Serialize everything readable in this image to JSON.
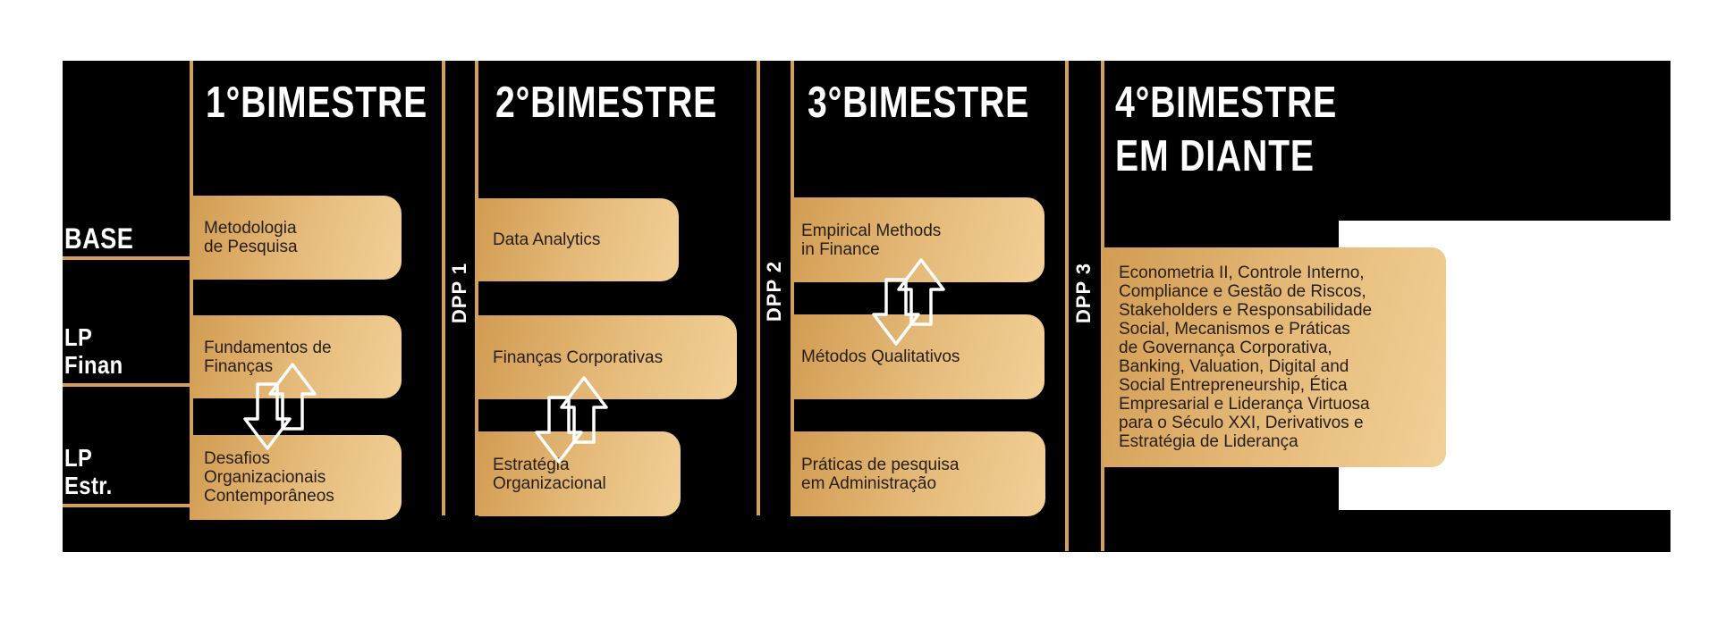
{
  "diagram_title": "course-curriculum-flow",
  "colors": {
    "background": "#ffffff",
    "panel_black": "#000000",
    "gold_line": "#d2a059",
    "box_gradient_dark": "#d29c52",
    "box_gradient_light": "#f2d097",
    "box_text": "#271e12",
    "label_text": "#ffffff"
  },
  "row_labels": [
    {
      "label": "BASE"
    },
    {
      "label": "LP\nFinan"
    },
    {
      "label": "LP\nEstr."
    }
  ],
  "dpp_labels": [
    {
      "label": "DPP 1"
    },
    {
      "label": "DPP 2"
    },
    {
      "label": "DPP 3"
    }
  ],
  "columns": [
    {
      "header": "1°BIMESTRE",
      "boxes": [
        {
          "text": "Metodologia\nde Pesquisa"
        },
        {
          "text": "Fundamentos de\nFinanças"
        },
        {
          "text": "Desafios\nOrganizacionais\nContemporâneos"
        }
      ]
    },
    {
      "header": "2°BIMESTRE",
      "boxes": [
        {
          "text": "Data Analytics"
        },
        {
          "text": "Finanças Corporativas"
        },
        {
          "text": "Estratégia\nOrganizacional"
        }
      ]
    },
    {
      "header": "3°BIMESTRE",
      "boxes": [
        {
          "text": "Empirical Methods\nin Finance"
        },
        {
          "text": "Métodos Qualitativos"
        },
        {
          "text": "Práticas de pesquisa\nem Administração"
        }
      ]
    },
    {
      "header": "4°BIMESTRE\nEM DIANTE",
      "boxes": [
        {
          "text": "Econometria II, Controle Interno,\nCompliance e Gestão de Riscos,\nStakeholders e Responsabilidade\nSocial, Mecanismos e Práticas\nde Governança Corporativa,\nBanking, Valuation, Digital and\nSocial Entrepreneurship, Ética\nEmpresarial e Liderança Virtuosa\npara o Século XXI, Derivativos e\nEstratégia de Liderança"
        }
      ]
    }
  ]
}
